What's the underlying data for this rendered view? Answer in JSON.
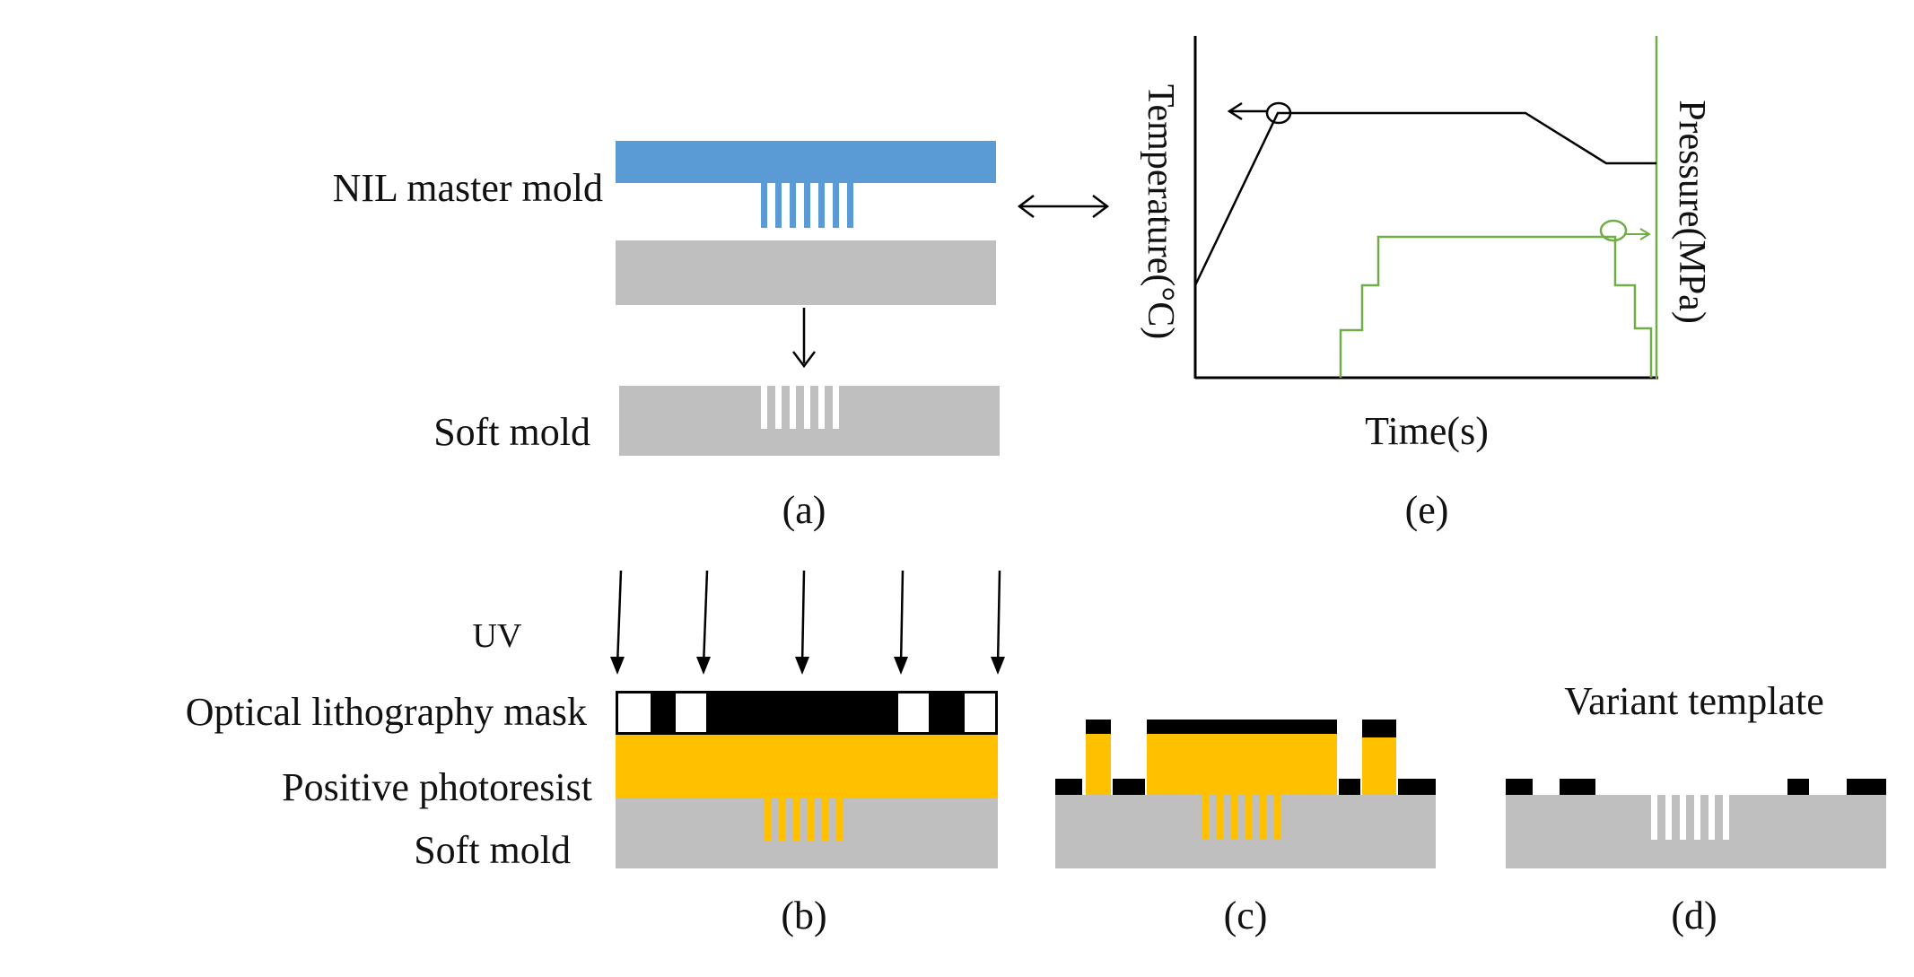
{
  "colors": {
    "master_mold": "#5b9bd5",
    "soft_mold": "#bfbfbf",
    "photoresist": "#ffc000",
    "mask": "#000000",
    "pressure_curve": "#70ad47",
    "temperature_curve": "#000000"
  },
  "panel_a": {
    "label_master": "NIL master mold",
    "label_soft": "Soft mold",
    "caption": "(a)"
  },
  "panel_b": {
    "label_uv": "UV",
    "label_mask": "Optical lithography mask",
    "label_photoresist": "Positive photoresist",
    "label_soft": "Soft mold",
    "caption": "(b)"
  },
  "panel_c": {
    "caption": "(c)"
  },
  "panel_d": {
    "label_template": "Variant template",
    "caption": "(d)"
  },
  "panel_e": {
    "y_left_label": "Temperature(°C)",
    "y_right_label": "Pressure(MPa)",
    "x_label": "Time(s)",
    "caption": "(e)"
  }
}
